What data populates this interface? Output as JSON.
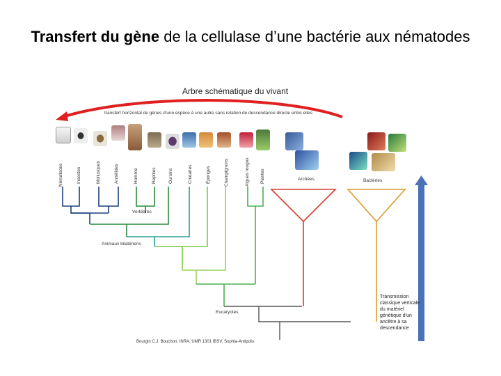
{
  "slide": {
    "title_bold": "Transfert du gène",
    "title_rest": " de la cellulase d’une bactérie aux nématodes"
  },
  "figure": {
    "title": "Arbre schématique du vivant",
    "transfer_label": "transfert horizontal de gènes d’une espèce à une autre sans relation de descendance directe entre elles",
    "taxa": [
      "Nématodes",
      "Insectes",
      "Mollusques",
      "Annélides",
      "Homme",
      "Reptiles",
      "Oursins",
      "Cnidaires",
      "Éponges",
      "Champignons",
      "Algues rouges",
      "Plantes"
    ],
    "groups": {
      "vertebrates": "Vertébrés",
      "animals": "Animaux bilatériens",
      "eukaryotes": "Eucaryotes",
      "archaea": "Archées",
      "bacteria": "Bactéries"
    },
    "transmission_note": "Transmission classique verticale du matériel génétique d’un ancêtre à sa descendance",
    "credit": "Bourgin C.J. Bouchon, INRA, UMR 1301 IBSV, Sophia-Antipolis",
    "colors": {
      "transfer_arrow": "#e02020",
      "blue_arrow": "#4a72b8",
      "archaea_tree": "#d23b2f",
      "bacteria_tree": "#e19a2a"
    }
  }
}
